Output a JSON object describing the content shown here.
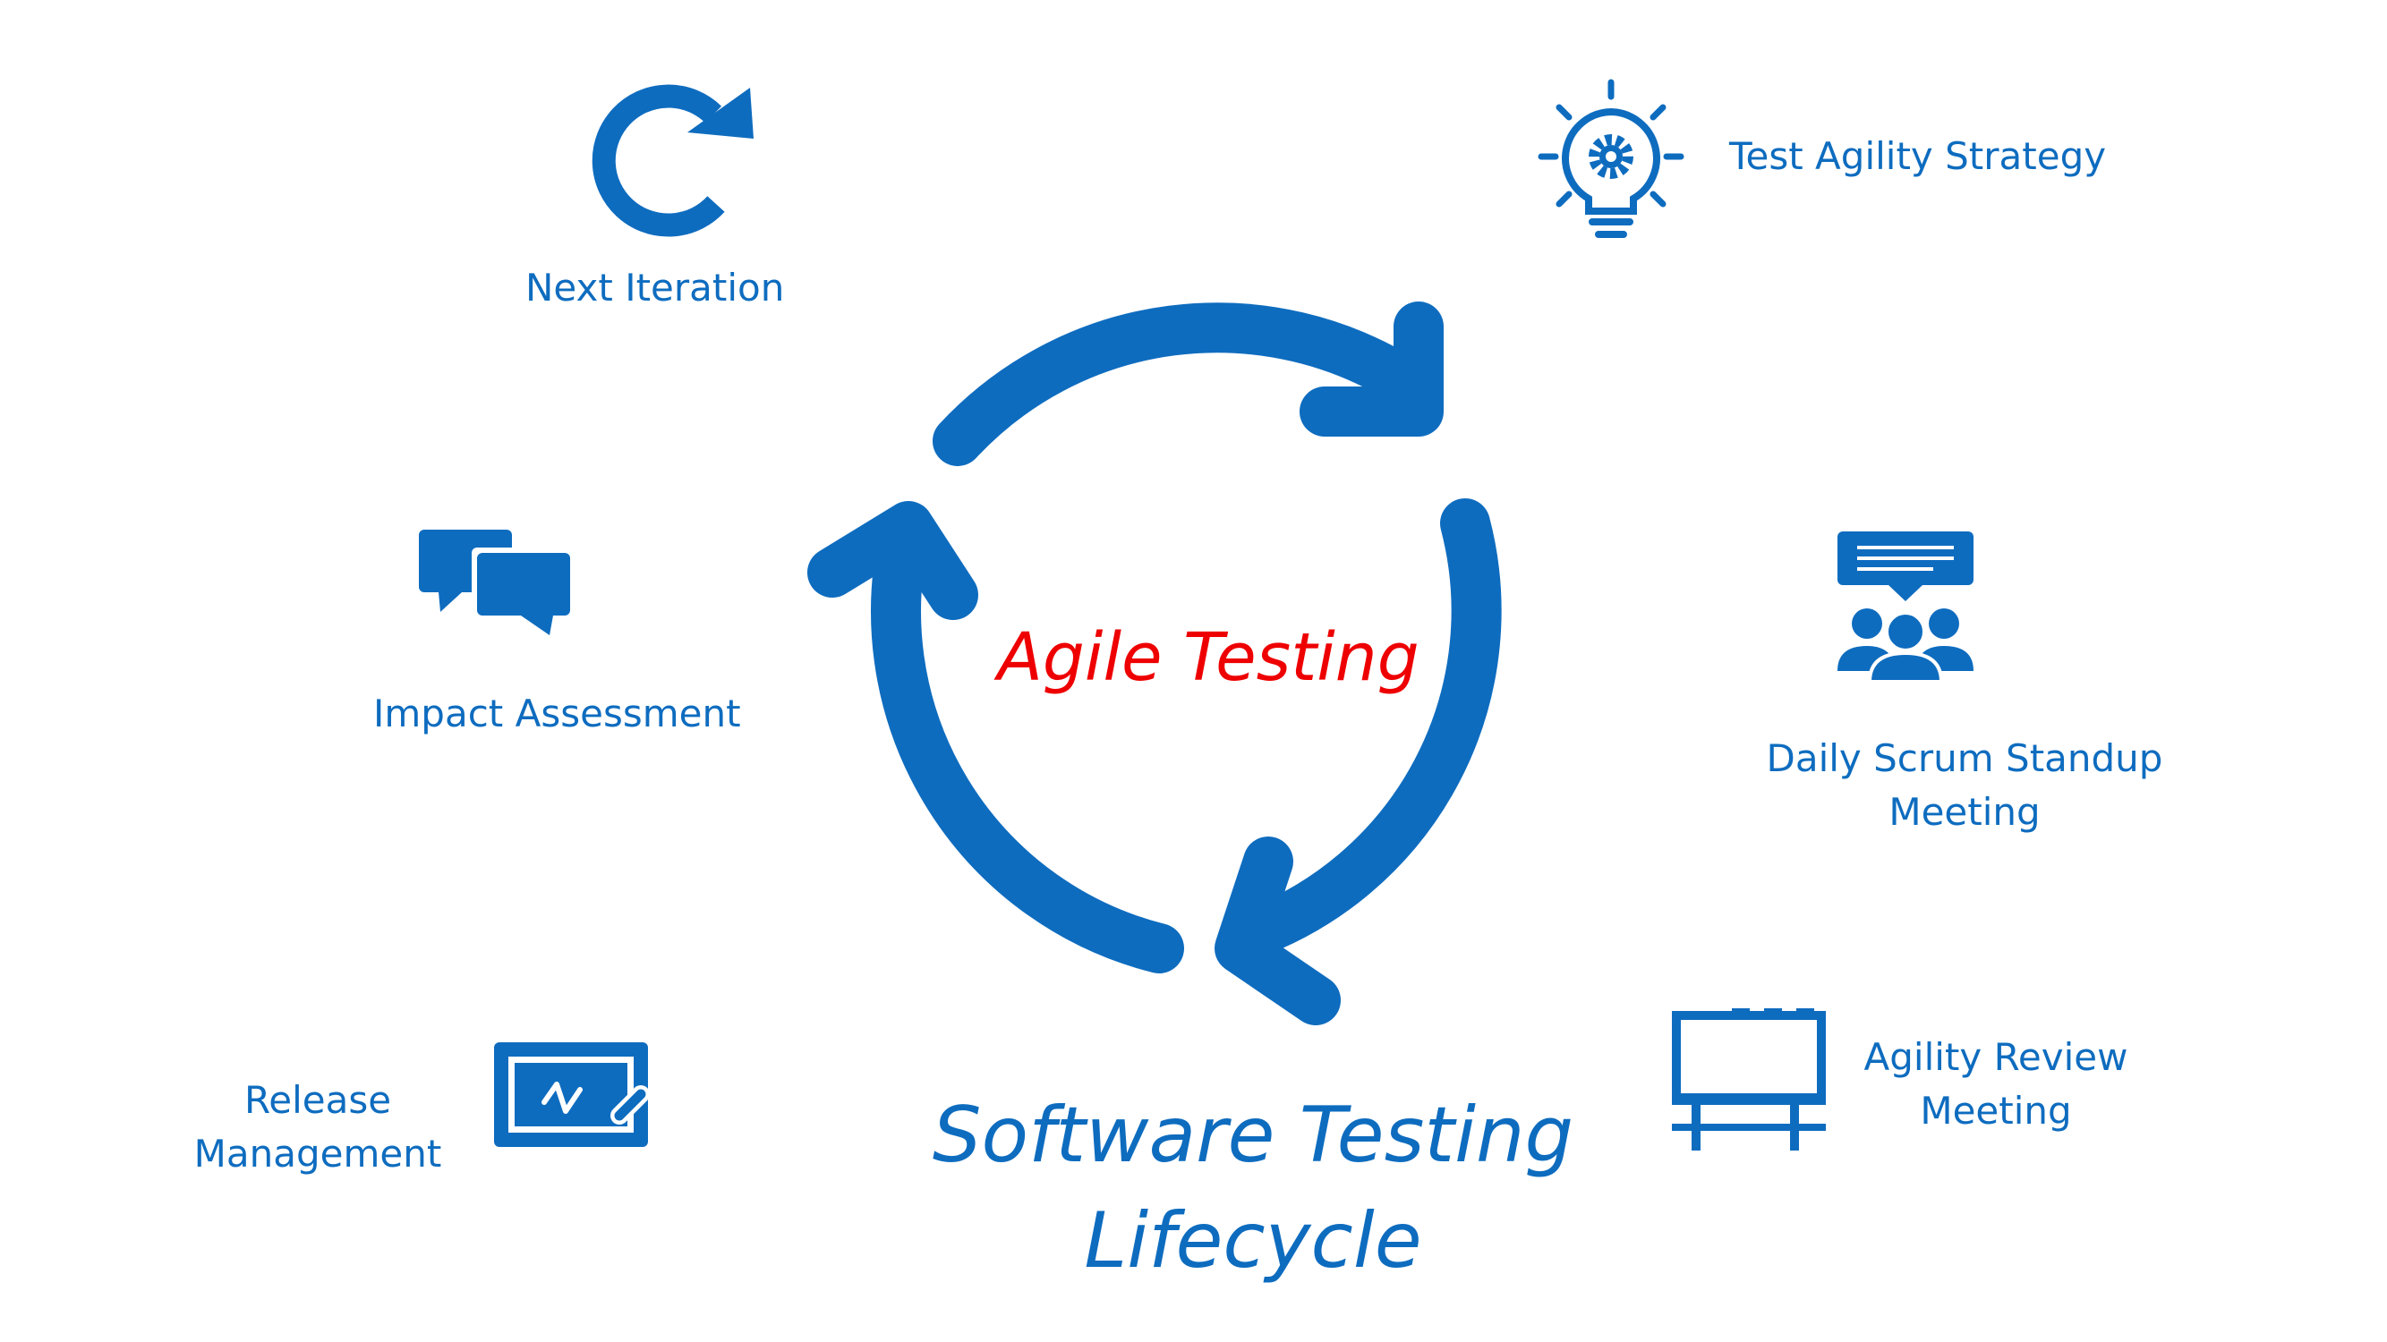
{
  "colors": {
    "primary": "#0e6cbf",
    "accent": "#ee0000",
    "background": "#ffffff"
  },
  "center": {
    "title": "Agile Testing",
    "subtitle_line1": "Software Testing",
    "subtitle_line2": "Lifecycle"
  },
  "stages": {
    "next_iteration": {
      "label": "Next Iteration",
      "icon": "refresh-icon"
    },
    "test_agility_strategy": {
      "label": "Test Agility Strategy",
      "icon": "lightbulb-gear-icon"
    },
    "daily_scrum": {
      "line1": "Daily Scrum Standup",
      "line2": "Meeting",
      "icon": "meeting-presentation-icon"
    },
    "agility_review": {
      "line1": "Agility Review",
      "line2": "Meeting",
      "icon": "billboard-icon"
    },
    "release_management": {
      "line1": "Release",
      "line2": "Management",
      "icon": "whiteboard-icon"
    },
    "impact_assessment": {
      "label": "Impact Assessment",
      "icon": "chat-bubbles-icon"
    }
  }
}
